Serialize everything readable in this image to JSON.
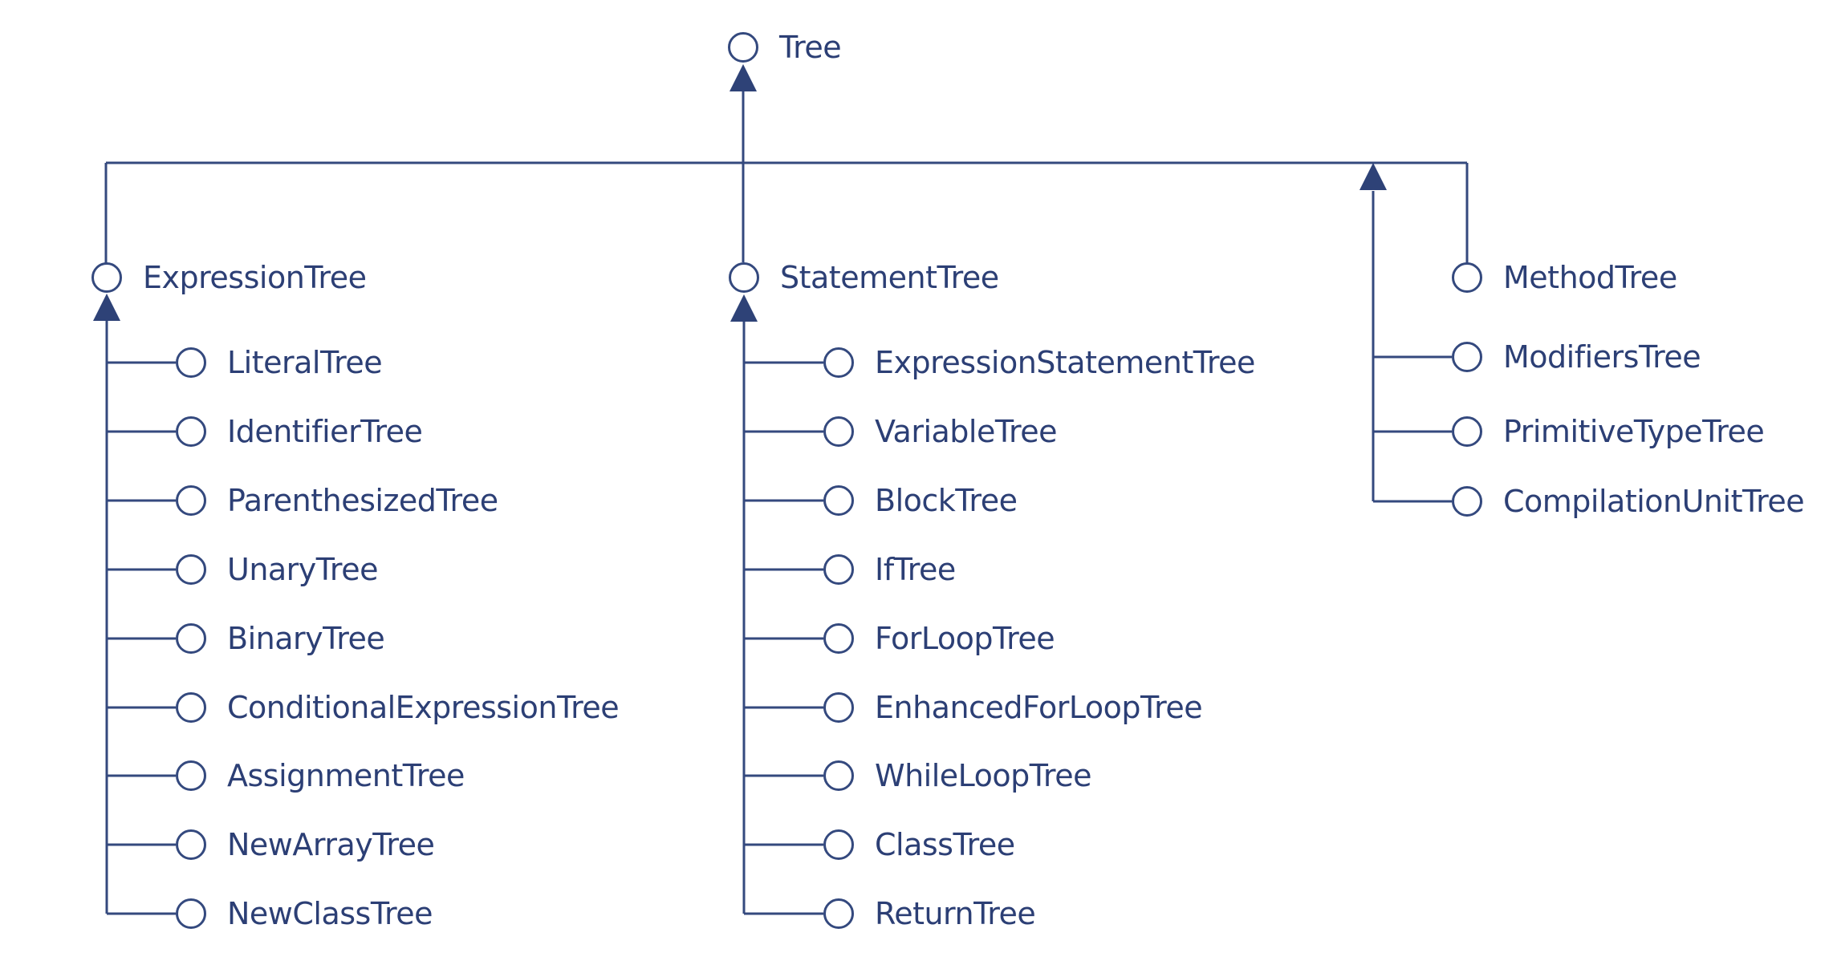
{
  "diagram": {
    "type": "class-hierarchy-tree",
    "root": {
      "label": "Tree"
    },
    "columns": [
      {
        "header": "ExpressionTree",
        "items": [
          "LiteralTree",
          "IdentifierTree",
          "ParenthesizedTree",
          "UnaryTree",
          "BinaryTree",
          "ConditionalExpressionTree",
          "AssignmentTree",
          "NewArrayTree",
          "NewClassTree"
        ]
      },
      {
        "header": "StatementTree",
        "items": [
          "ExpressionStatementTree",
          "VariableTree",
          "BlockTree",
          "IfTree",
          "ForLoopTree",
          "EnhancedForLoopTree",
          "WhileLoopTree",
          "ClassTree",
          "ReturnTree"
        ]
      },
      {
        "header": "MethodTree",
        "items": [
          "ModifiersTree",
          "PrimitiveTypeTree",
          "CompilationUnitTree"
        ]
      }
    ],
    "colors": {
      "line": "#34497e",
      "arrow_fill": "#2e4277",
      "text": "#2c3f75",
      "background": "#ffffff"
    }
  }
}
